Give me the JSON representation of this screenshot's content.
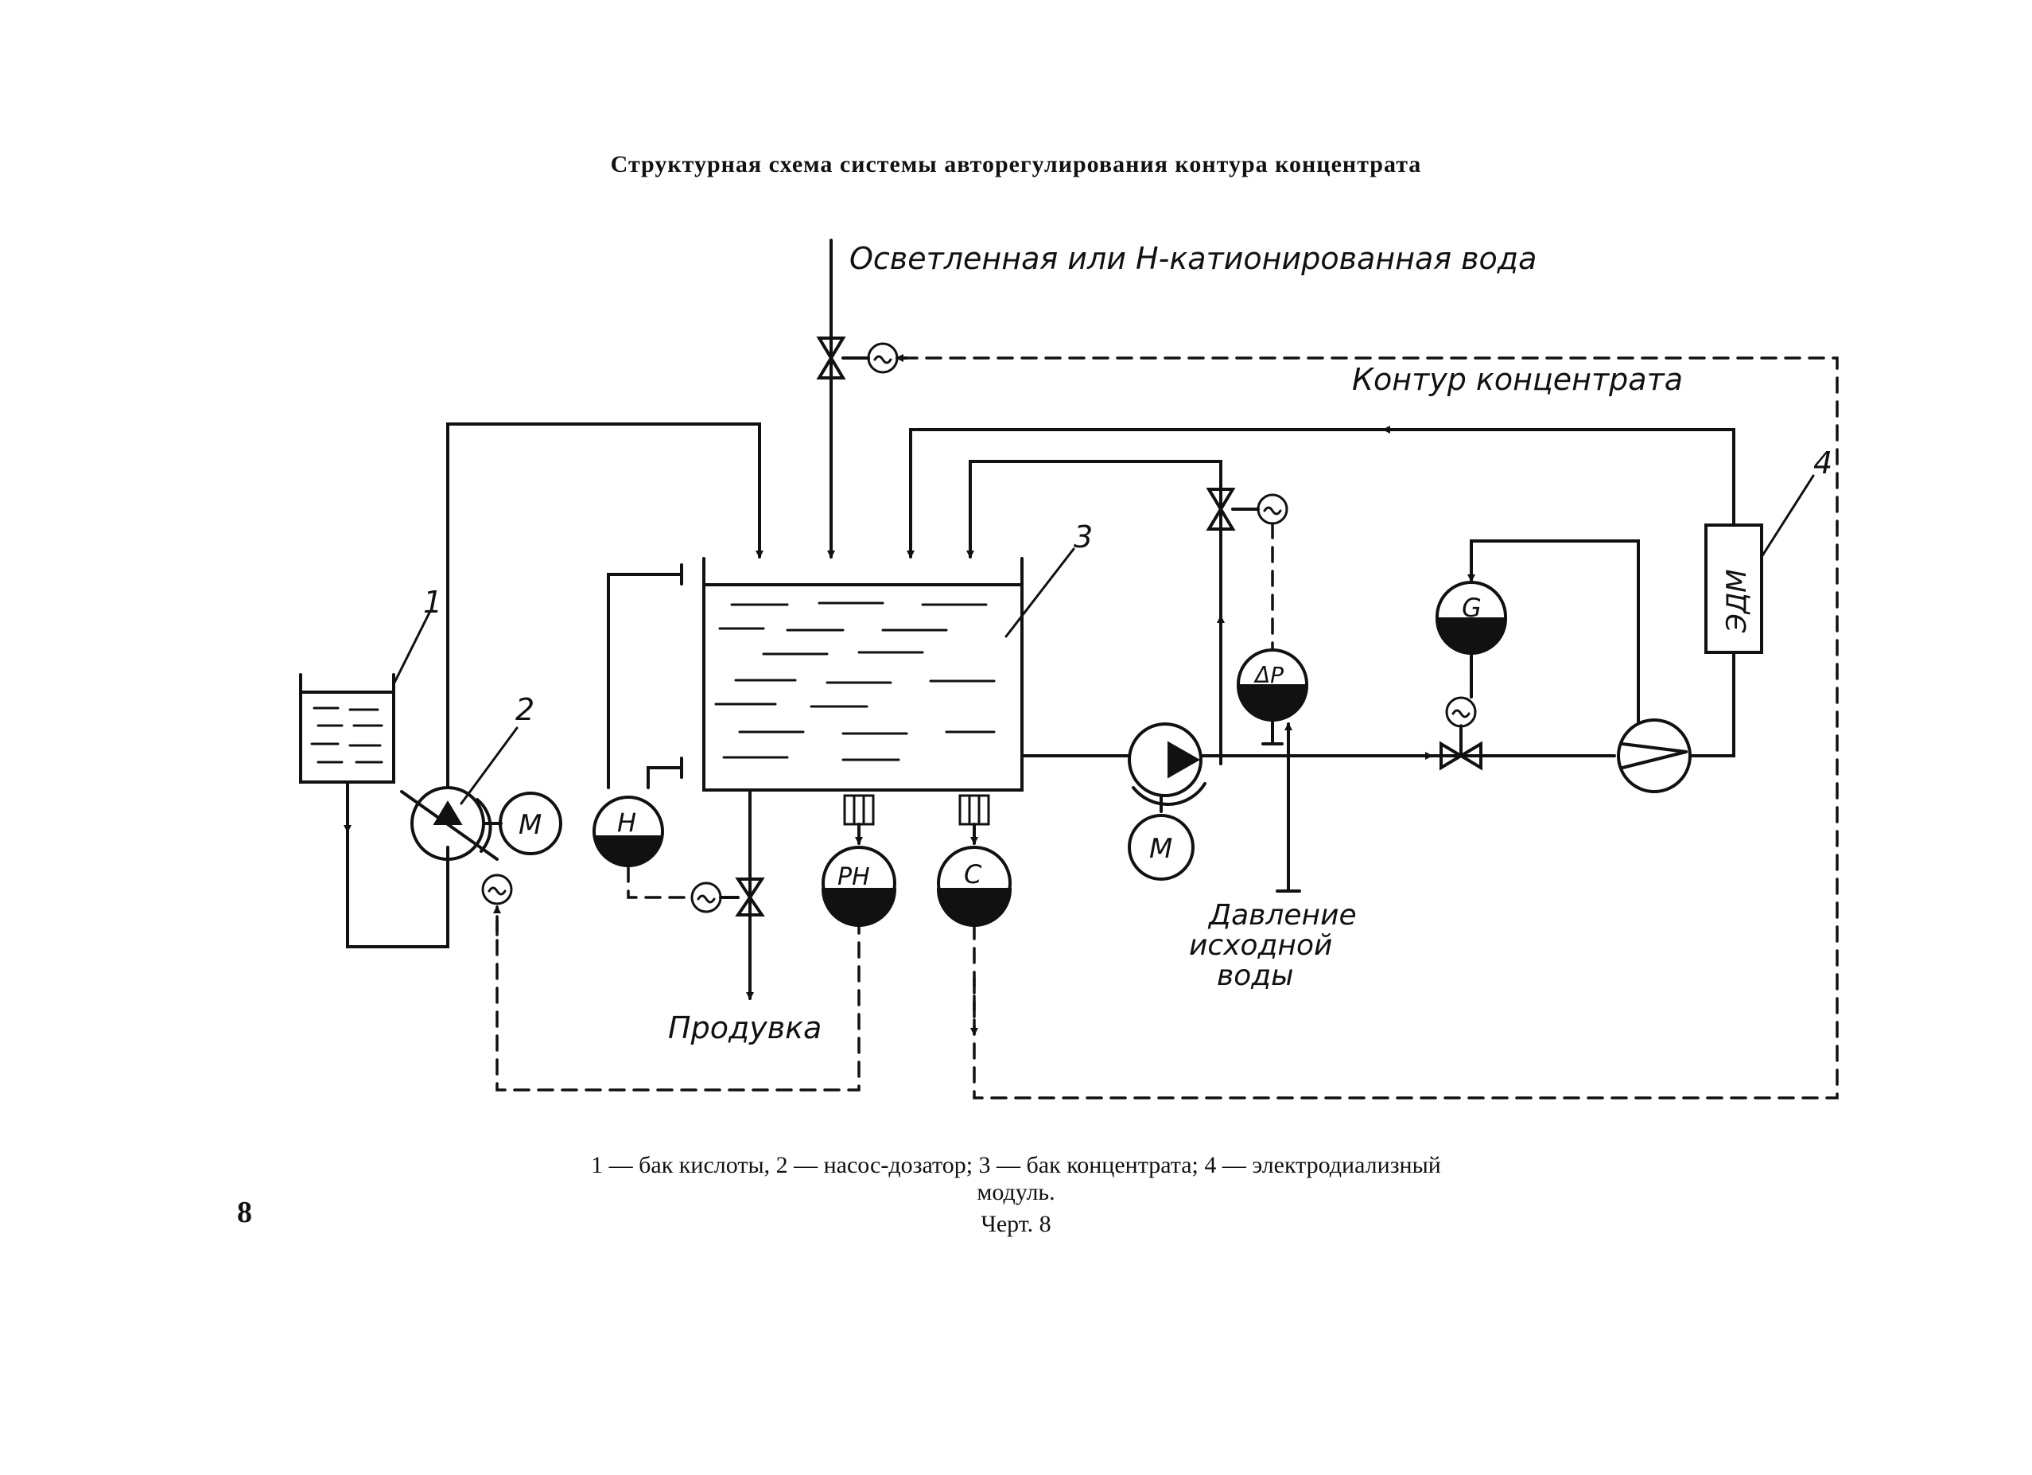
{
  "title": "Структурная схема системы авторегулирования контура концентрата",
  "labels": {
    "inlet_water": "Осветленная или Н-катионированная вода",
    "concentrate_loop": "Контур концентрата",
    "blowdown": "Продувка",
    "source_pressure_1": "Давление",
    "source_pressure_2": "исходной",
    "source_pressure_3": "воды",
    "edm_block": "ЭДМ",
    "motor": "М",
    "sensor_level": "Н",
    "sensor_ph": "РН",
    "sensor_conductivity": "С",
    "sensor_flow": "G",
    "sensor_dp": "ΔР",
    "actuator": "~"
  },
  "callouts": [
    "1",
    "2",
    "3",
    "4"
  ],
  "caption": {
    "line1": "1 — бак кислоты, 2 — насос-дозатор; 3 — бак концентрата; 4 — электродиализный",
    "line2": "модуль.",
    "figure": "Черт. 8"
  },
  "page_number": "8"
}
